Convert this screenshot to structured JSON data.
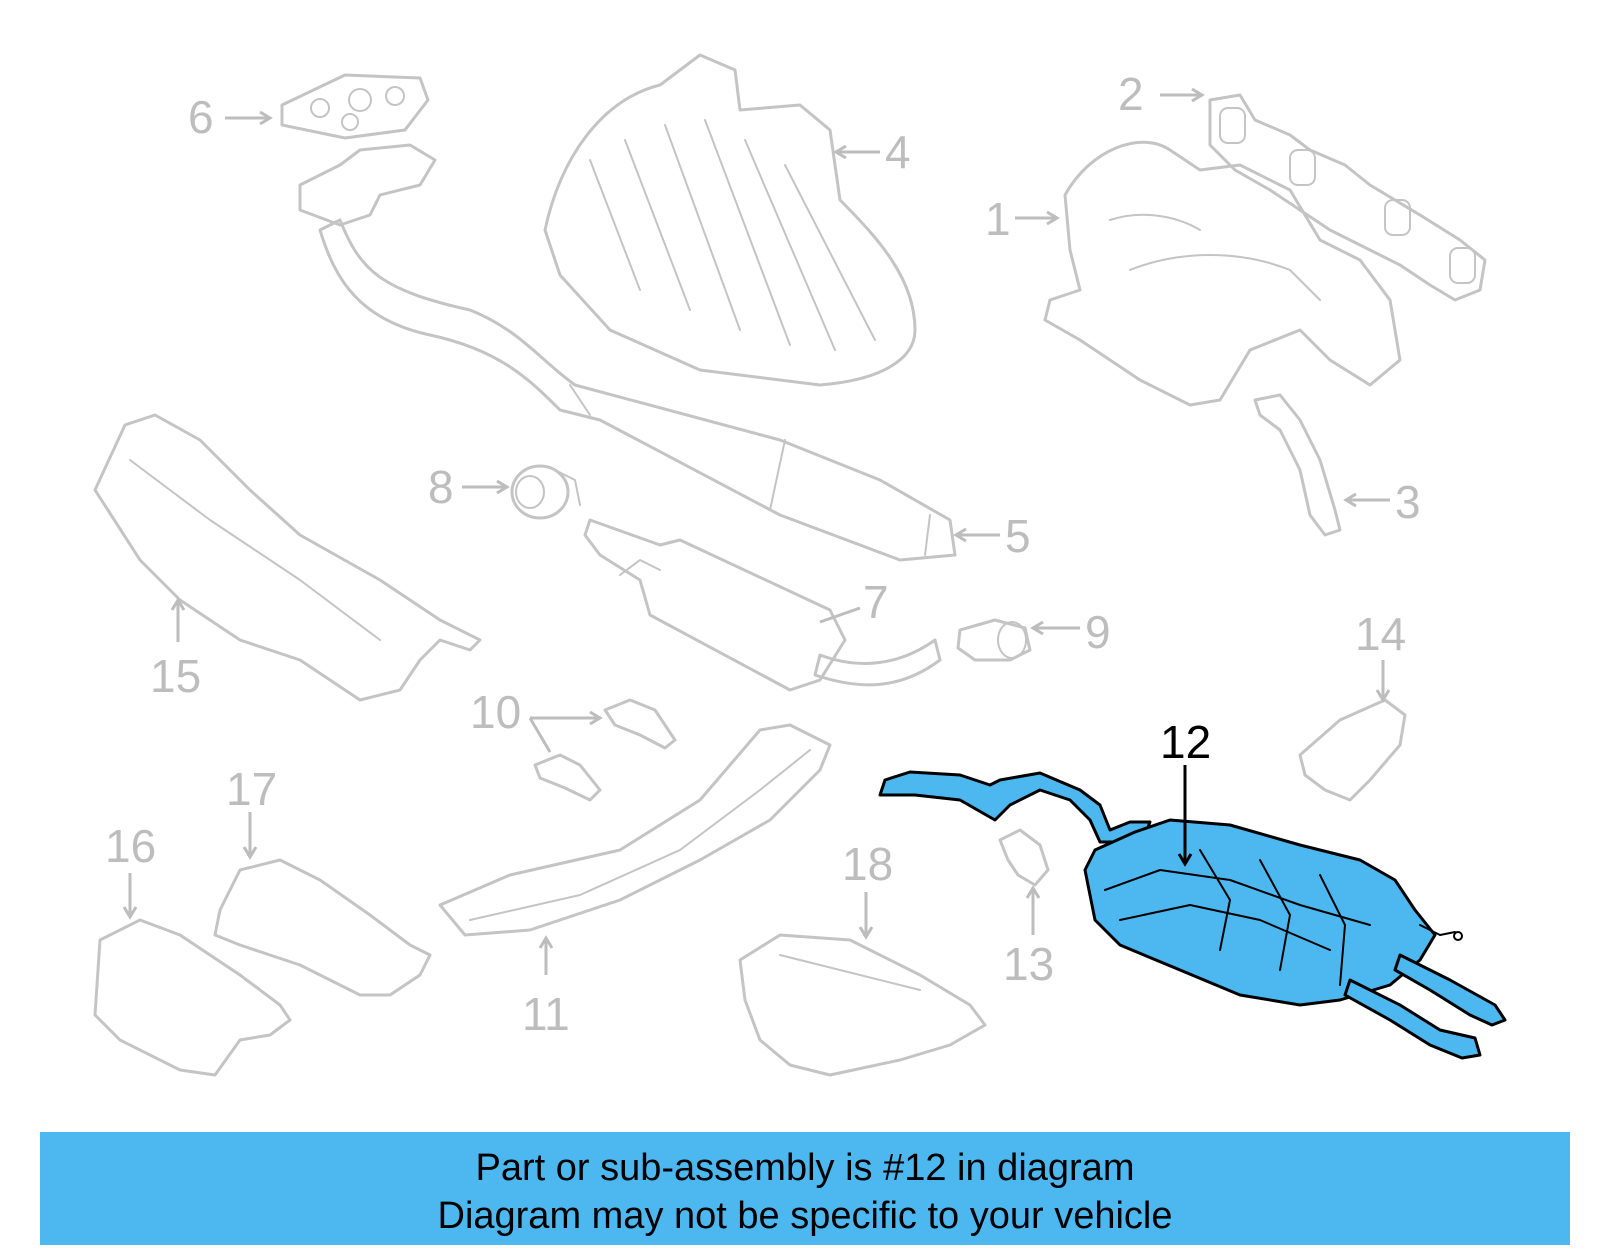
{
  "callouts": [
    {
      "id": "1",
      "label": "1"
    },
    {
      "id": "2",
      "label": "2"
    },
    {
      "id": "3",
      "label": "3"
    },
    {
      "id": "4",
      "label": "4"
    },
    {
      "id": "5",
      "label": "5"
    },
    {
      "id": "6",
      "label": "6"
    },
    {
      "id": "7",
      "label": "7"
    },
    {
      "id": "8",
      "label": "8"
    },
    {
      "id": "9",
      "label": "9"
    },
    {
      "id": "10",
      "label": "10"
    },
    {
      "id": "11",
      "label": "11"
    },
    {
      "id": "12",
      "label": "12"
    },
    {
      "id": "13",
      "label": "13"
    },
    {
      "id": "14",
      "label": "14"
    },
    {
      "id": "15",
      "label": "15"
    },
    {
      "id": "16",
      "label": "16"
    },
    {
      "id": "17",
      "label": "17"
    },
    {
      "id": "18",
      "label": "18"
    }
  ],
  "highlighted_part": "12",
  "colors": {
    "highlight": "#4db8f0",
    "ghost": "#c4c4c4",
    "banner": "#4db8f0"
  },
  "banner": {
    "line1": "Part or sub-assembly is #12 in diagram",
    "line2": "Diagram may not be specific to your vehicle"
  }
}
